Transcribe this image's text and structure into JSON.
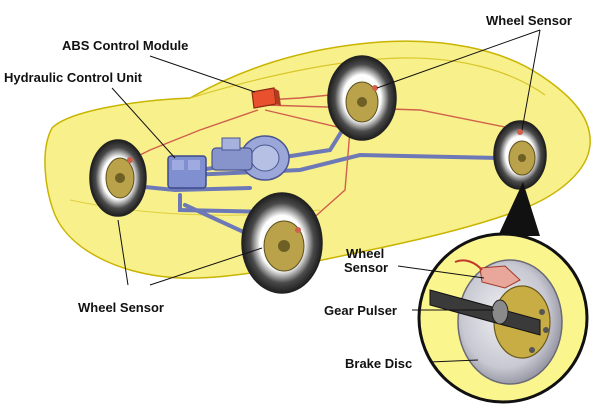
{
  "labels": {
    "wheel_sensor_top": "Wheel Sensor",
    "abs_module": "ABS Control Module",
    "hcu": "Hydraulic Control Unit",
    "wheel_sensor_bottom": "Wheel Sensor",
    "inset_wheel_sensor_line1": "Wheel",
    "inset_wheel_sensor_line2": "Sensor",
    "gear_pulser": "Gear Pulser",
    "brake_disc": "Brake Disc"
  },
  "colors": {
    "car_body": "#f8f08a",
    "car_outline": "#c9b400",
    "inset_fill": "#fbf58e",
    "brake_line": "#6d79b6",
    "sensor_wire": "#d0604c",
    "abs_module": "#e8502e",
    "hcu": "#7f8fd0",
    "tire": "#2b2b2b",
    "hub": "#b9a24a"
  }
}
